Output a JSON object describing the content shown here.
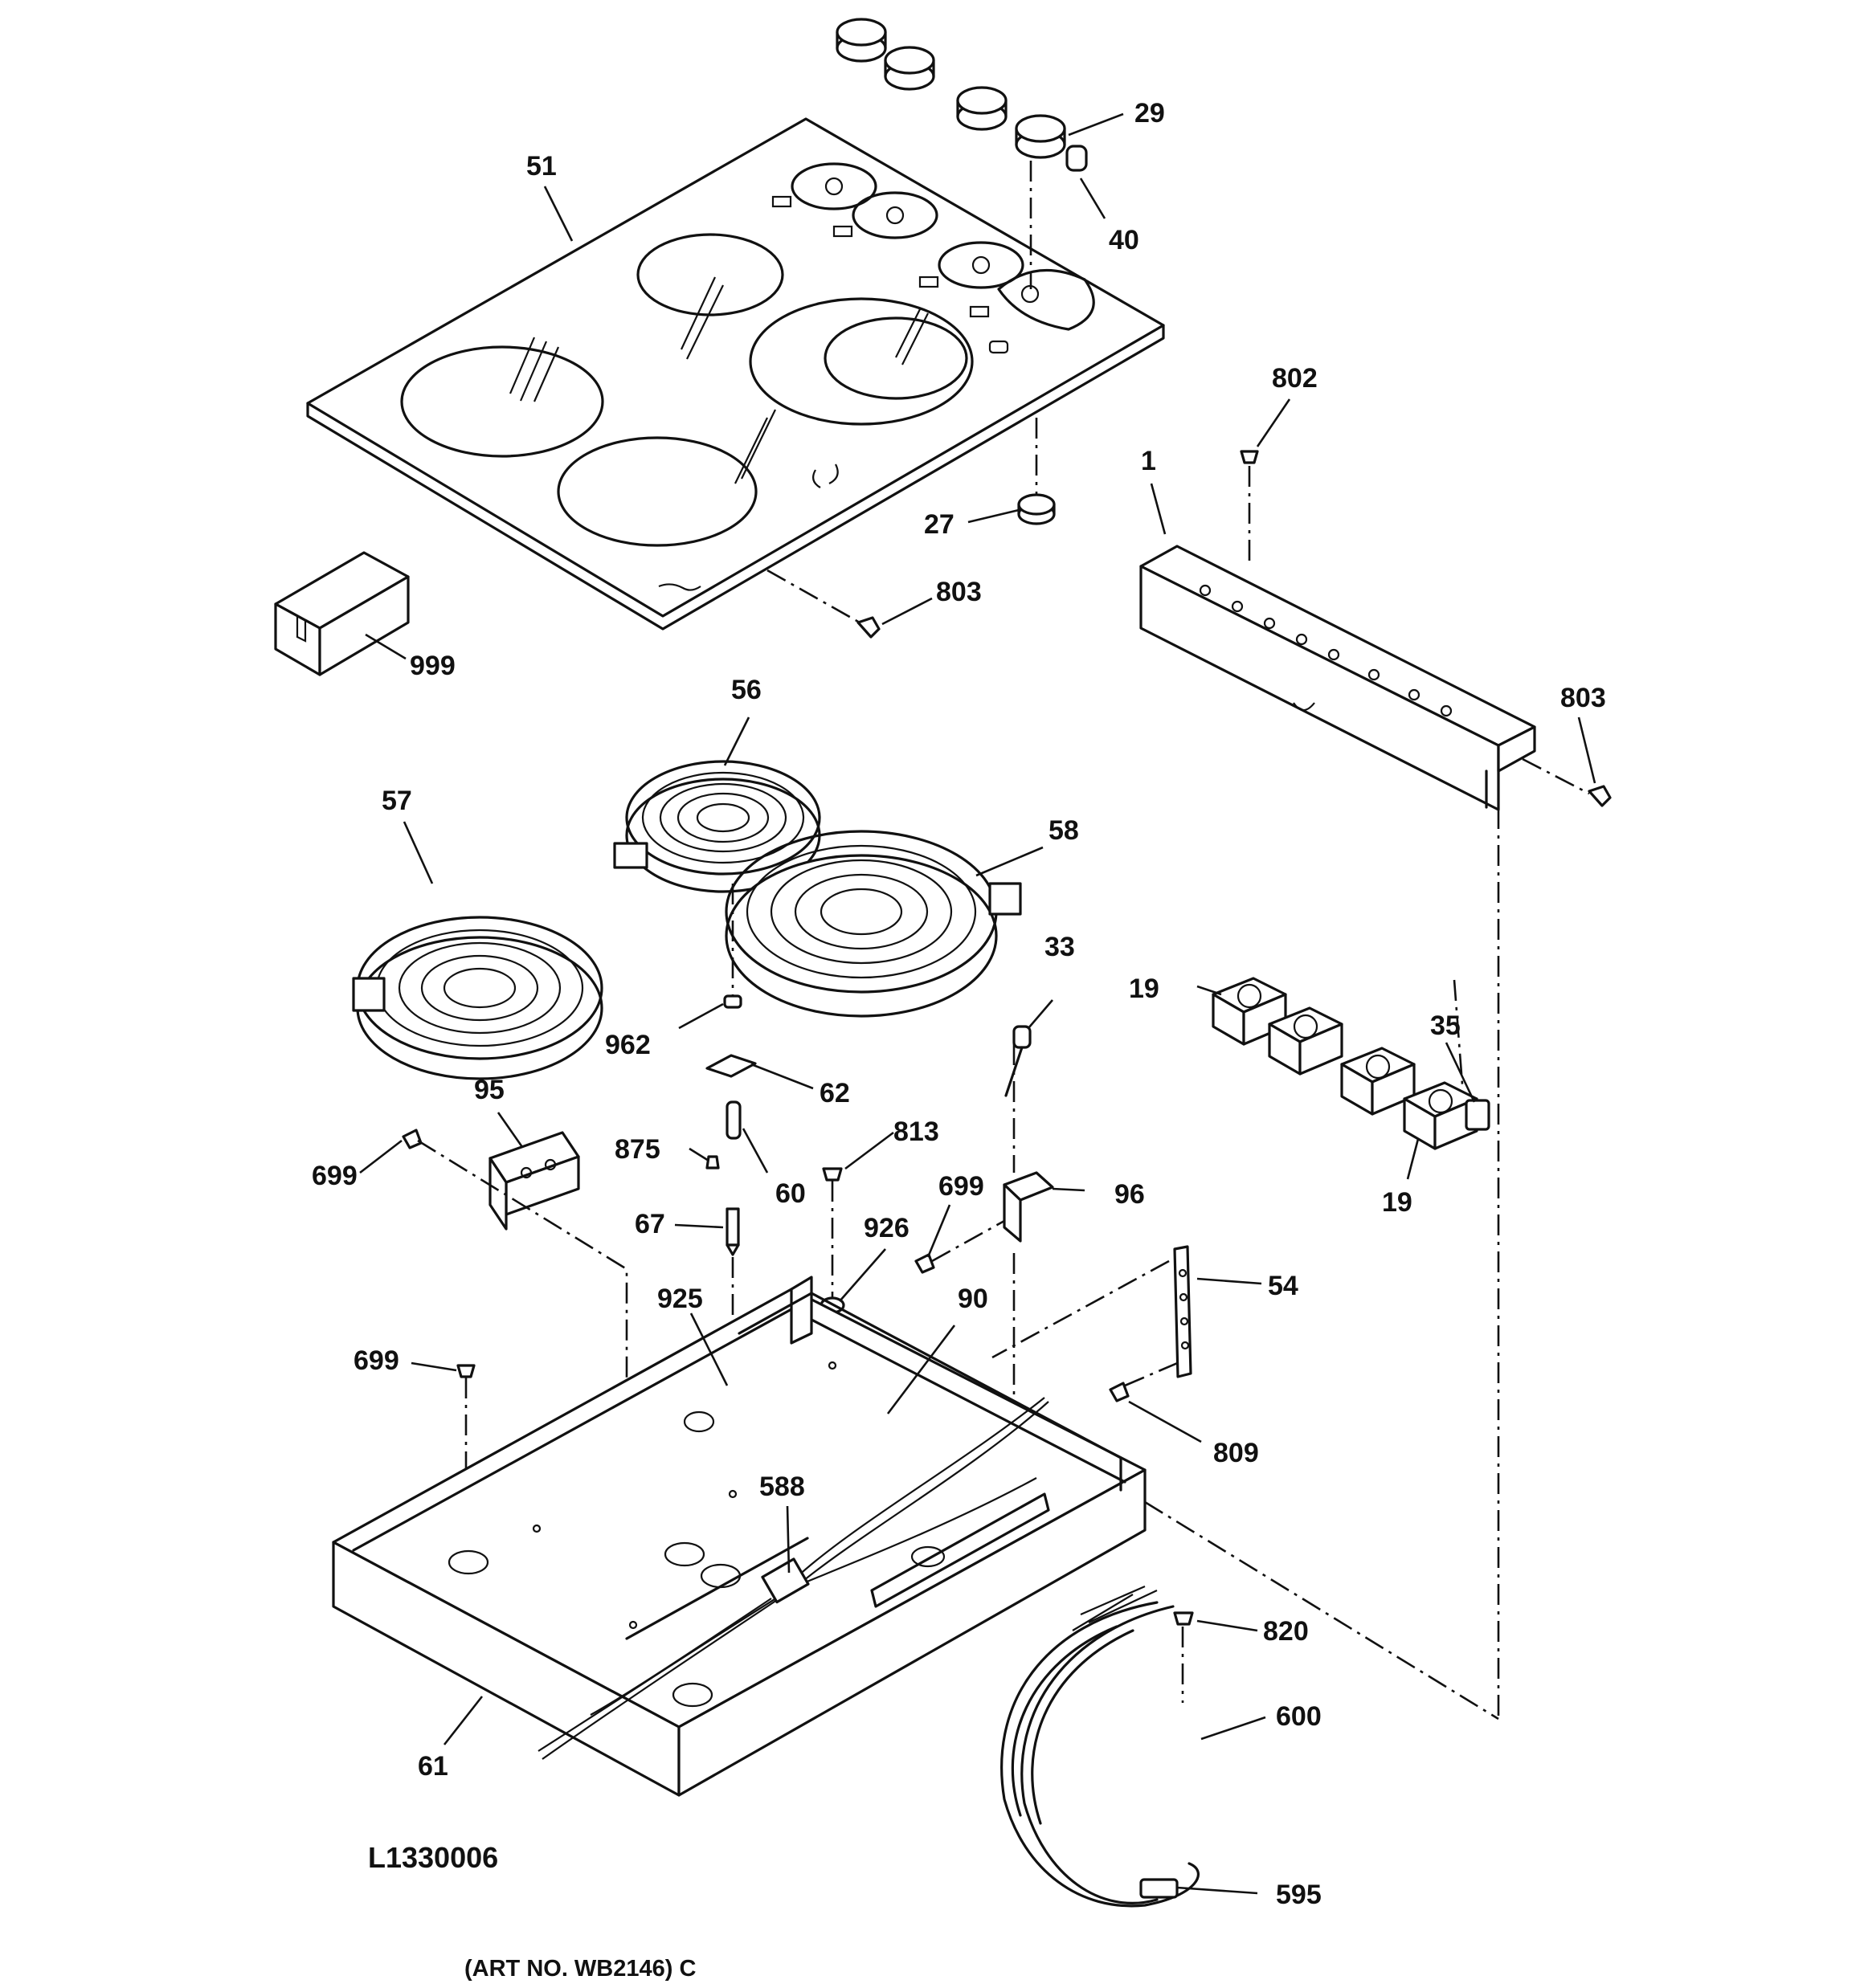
{
  "diagram": {
    "drawing_code": "L1330006",
    "art_number": "(ART NO. WB2146) C",
    "callouts": [
      "29",
      "40",
      "51",
      "802",
      "1",
      "27",
      "803",
      "999",
      "803",
      "56",
      "57",
      "58",
      "33",
      "19",
      "35",
      "19",
      "962",
      "62",
      "95",
      "875",
      "60",
      "813",
      "699",
      "96",
      "699",
      "67",
      "926",
      "54",
      "925",
      "90",
      "699",
      "809",
      "588",
      "820",
      "600",
      "61",
      "595"
    ]
  }
}
